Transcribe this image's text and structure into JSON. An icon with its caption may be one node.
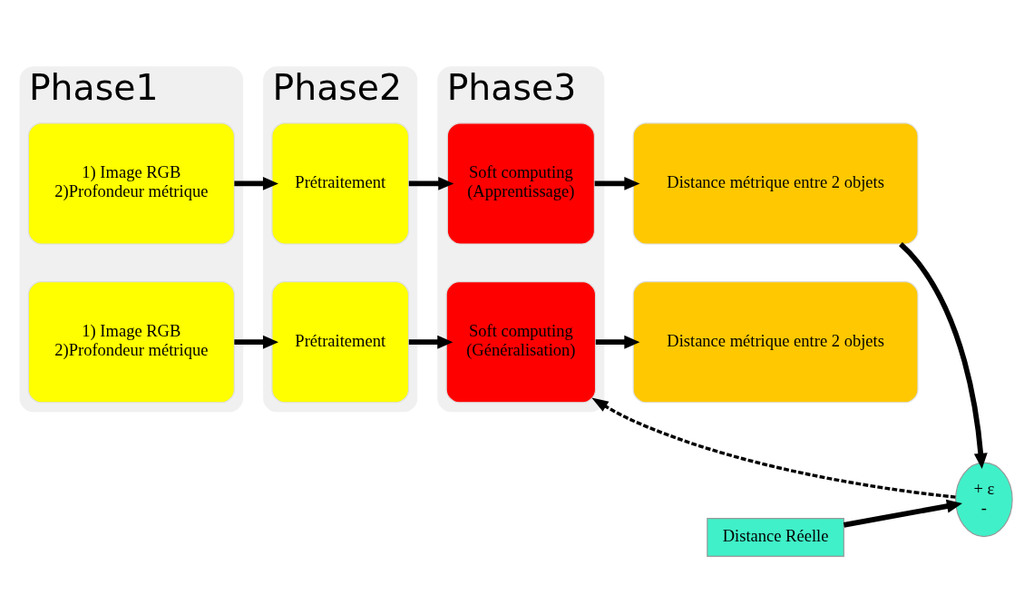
{
  "diagram": {
    "nodes": [
      {
        "text": [
          "Phase1"
        ]
      },
      {
        "text": [
          "1) Image RGB",
          "2)Profondeur métrique"
        ],
        "in": 0
      },
      {
        "text": [
          "1) Image RGB",
          "2)Profondeur métrique"
        ],
        "in": 0
      },
      {
        "text": [
          "Phase2"
        ]
      },
      {
        "text": [
          "Prétraitement"
        ],
        "in": 3
      },
      {
        "text": [
          "Prétraitement"
        ],
        "in": 3
      },
      {
        "text": [
          "Phase3"
        ]
      },
      {
        "text": [
          "Soft computing",
          "(Apprentissage)"
        ],
        "in": 6
      },
      {
        "text": [
          "Soft computing",
          "(Généralisation)"
        ],
        "in": 6
      },
      {
        "text": [
          "Distance métrique entre 2 objets"
        ]
      },
      {
        "text": [
          "Distance métrique entre 2 objets"
        ]
      },
      {
        "text": [
          "+ ε",
          "-"
        ]
      },
      {
        "text": [
          "Distance Réelle"
        ]
      }
    ],
    "edges": [
      {
        "from": 1,
        "to": 4,
        "arrow": "to"
      },
      {
        "from": 4,
        "to": 7,
        "arrow": "to"
      },
      {
        "from": 7,
        "to": 9,
        "arrow": "to"
      },
      {
        "from": 9,
        "to": 11,
        "arrow": "to"
      },
      {
        "from": 12,
        "to": 11,
        "arrow": "to"
      },
      {
        "from": 11,
        "to": 8,
        "arrow": "to",
        "style": "dashed"
      },
      {
        "from": 2,
        "to": 5,
        "arrow": "to"
      },
      {
        "from": 5,
        "to": 8,
        "arrow": "to"
      },
      {
        "from": 8,
        "to": 10,
        "arrow": "to"
      }
    ]
  }
}
